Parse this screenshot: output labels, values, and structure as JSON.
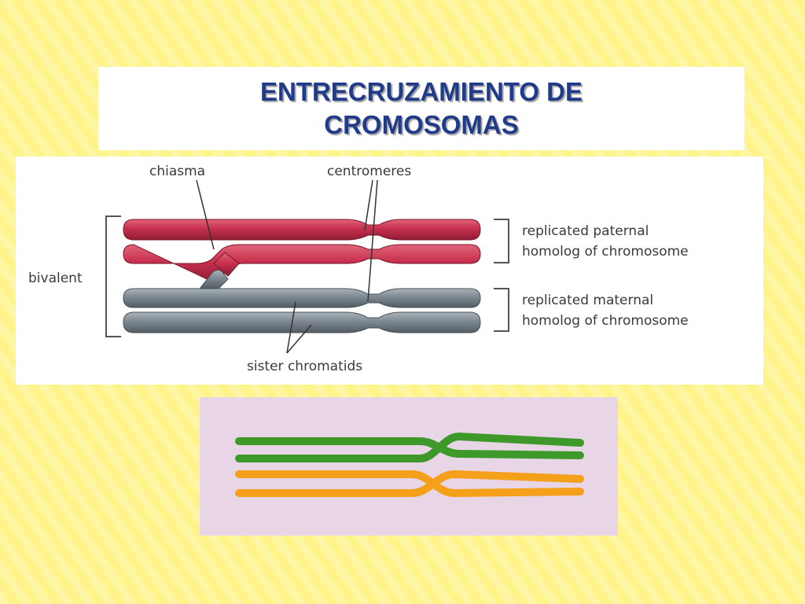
{
  "title": "ENTRECRUZAMIENTO DE CROMOSOMAS",
  "diagram": {
    "labels": {
      "chiasma": "chiasma",
      "centromeres": "centromeres",
      "bivalent": "bivalent",
      "paternal_line1": "replicated paternal",
      "paternal_line2": "homolog of chromosome",
      "maternal_line1": "replicated maternal",
      "maternal_line2": "homolog of chromosome",
      "sister_chromatids": "sister chromatids"
    }
  },
  "colors": {
    "background": "#fff38a",
    "title": "#1f3b8a",
    "paternal": "#c8304e",
    "maternal": "#7d8890",
    "green_strand": "#3d9a2a",
    "orange_strand": "#f5a01a",
    "small_panel_bg": "#e8d5e6"
  }
}
